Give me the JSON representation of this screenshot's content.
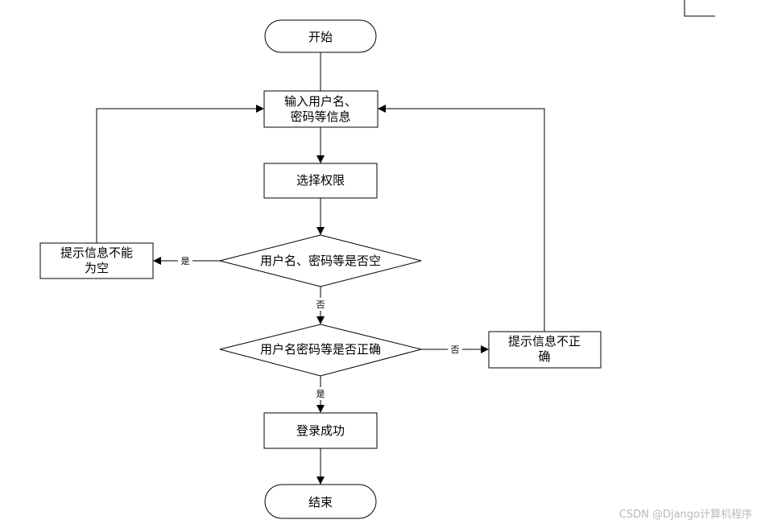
{
  "nodes": {
    "start": "开始",
    "input": [
      "输入用户名、",
      "密码等信息"
    ],
    "select_role": "选择权限",
    "check_empty": "用户名、密码等是否空",
    "empty_prompt": [
      "提示信息不能",
      "为空"
    ],
    "check_correct": "用户名密码等是否正确",
    "wrong_prompt": [
      "提示信息不正",
      "确"
    ],
    "login_success": "登录成功",
    "end": "结束"
  },
  "edges": {
    "empty_yes": "是",
    "empty_no": "否",
    "correct_yes": "是",
    "correct_no": "否"
  },
  "watermark": "CSDN @Django计算机程序"
}
